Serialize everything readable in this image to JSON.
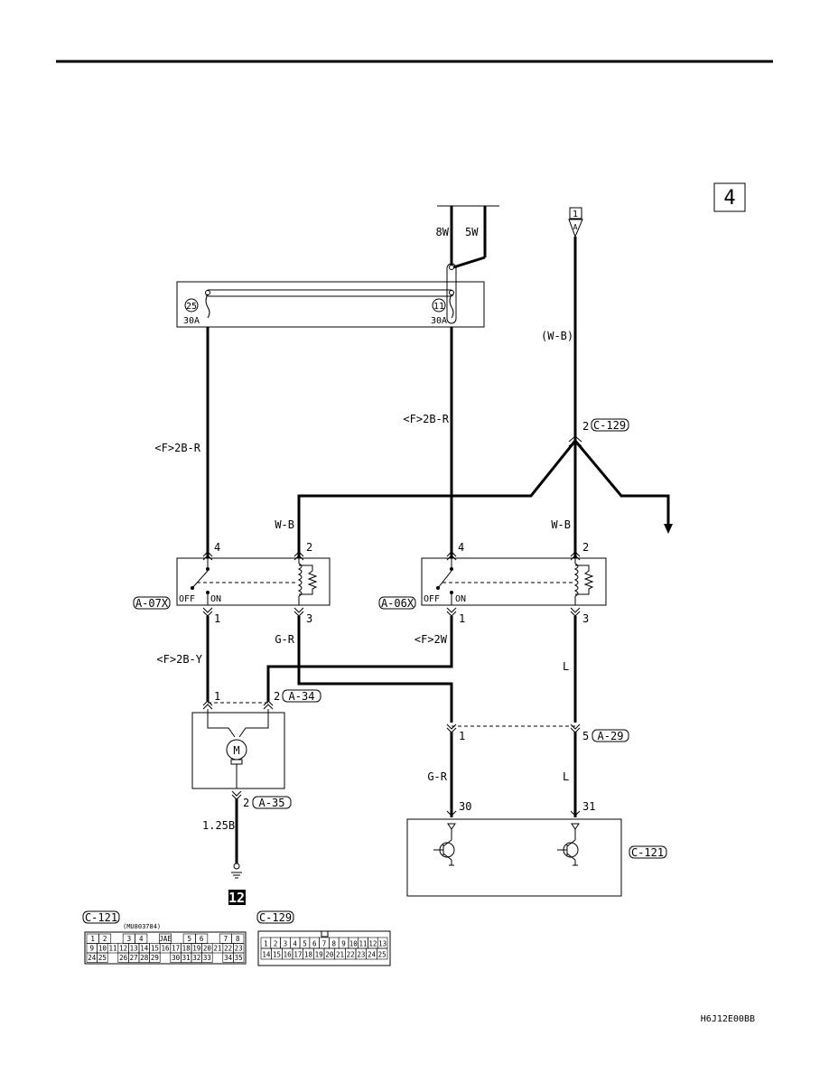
{
  "page_number": "4",
  "diagram_code": "H6J12E00BB",
  "top_wires": {
    "left": "8W",
    "right": "5W"
  },
  "fuses": [
    {
      "num": "25",
      "rating": "30A"
    },
    {
      "num": "11",
      "rating": "30A"
    }
  ],
  "connector_ref": {
    "num": "1",
    "letter": "A"
  },
  "wire_labels": {
    "w_b_paren": "(W-B)",
    "f2br_left": "<F>2B-R",
    "f2br_right": "<F>2B-R",
    "wb_a07": "W-B",
    "wb_a06": "W-B",
    "gr_a07": "G-R",
    "f2by": "<F>2B-Y",
    "f2w": "<F>2W",
    "l_upper": "L",
    "gr_lower": "G-R",
    "l_lower": "L",
    "ground_wire": "1.25B"
  },
  "c129_pin": {
    "pin": "2",
    "id": "C-129"
  },
  "relays": [
    {
      "id": "A-07X",
      "pin_top_left": "4",
      "pin_top_right": "2",
      "pin_bot_left": "1",
      "pin_bot_right": "3",
      "off": "OFF",
      "on": "ON"
    },
    {
      "id": "A-06X",
      "pin_top_left": "4",
      "pin_top_right": "2",
      "pin_bot_left": "1",
      "pin_bot_right": "3",
      "off": "OFF",
      "on": "ON"
    }
  ],
  "motor": {
    "connector": "A-34",
    "pin_left": "1",
    "pin_right": "2",
    "ground_connector": "A-35",
    "ground_pin": "2",
    "symbol": "M"
  },
  "a29": {
    "id": "A-29",
    "pin_left": "1",
    "pin_right": "5"
  },
  "ecu": {
    "id": "C-121",
    "pin_left": "30",
    "pin_right": "31"
  },
  "ground_number": "12",
  "connector_c121": {
    "id": "C-121",
    "part_no": "(MU803784)",
    "rows": [
      [
        "1",
        "2",
        "",
        "3",
        "4",
        "",
        "JAE",
        "",
        "5",
        "6",
        "",
        "7",
        "8"
      ],
      [
        "9",
        "10",
        "11",
        "12",
        "13",
        "14",
        "15",
        "16",
        "17",
        "18",
        "19",
        "20",
        "21",
        "22",
        "23"
      ],
      [
        "24",
        "25",
        "",
        "26",
        "27",
        "28",
        "29",
        "",
        "30",
        "31",
        "32",
        "33",
        "",
        "34",
        "35"
      ]
    ]
  },
  "connector_c129": {
    "id": "C-129",
    "rows": [
      [
        "1",
        "2",
        "3",
        "4",
        "5",
        "6",
        "7",
        "8",
        "9",
        "10",
        "11",
        "12",
        "13"
      ],
      [
        "14",
        "15",
        "16",
        "17",
        "18",
        "19",
        "20",
        "21",
        "22",
        "23",
        "24",
        "25"
      ]
    ]
  }
}
